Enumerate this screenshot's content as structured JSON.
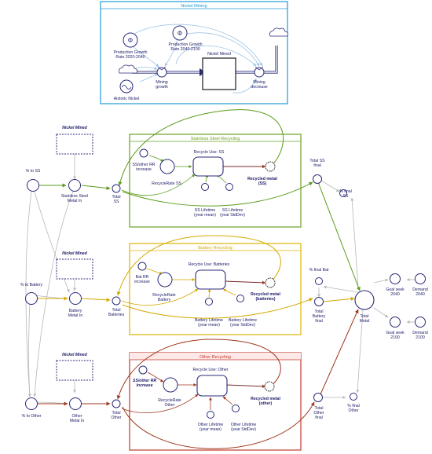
{
  "modules": {
    "nickel_mining": {
      "title": "Nickel Mining",
      "color": "#1e9bd7"
    },
    "ss": {
      "title": "Stainless Steel Recycling",
      "color": "#6aa121"
    },
    "battery": {
      "title": "Battery Recycling",
      "color": "#e0b400"
    },
    "other": {
      "title": "Other Recycling",
      "color": "#c0392b"
    }
  },
  "nickel_mining": {
    "pg2020": [
      "Production Growth",
      "Rate 2020-2040"
    ],
    "pg2040": [
      "Production Growth",
      "Rate 2040-2100"
    ],
    "nickel_mined": "Nickel Mined",
    "historic": "Historic Nickel",
    "mining_growth": [
      "Mining",
      "growth"
    ],
    "mining_decrease": [
      "Mining",
      "decrease"
    ]
  },
  "ghost_label": "Nickel Mined",
  "ss": {
    "pct": "% to SS",
    "metal_in": [
      "Stainless Steel",
      "Metal In"
    ],
    "total": [
      "Total",
      "SS"
    ],
    "rr_increase": [
      "SS/other RR",
      "increase"
    ],
    "recycle_rate": "RecycleRate SS",
    "recycle_use": "Recycle Use: SS",
    "recycled_metal": [
      "Recycled metal",
      "(SS)"
    ],
    "lifetime_mean": [
      "SS Lifetime",
      "(year mean)"
    ],
    "lifetime_sd": [
      "SS Lifetime",
      "(year StdDev)"
    ],
    "total_final": [
      "Total SS",
      "final"
    ],
    "pct_final": [
      "% final",
      "SS"
    ]
  },
  "battery": {
    "pct": "% to Battery",
    "metal_in": [
      "Battery",
      "Metal In"
    ],
    "total": [
      "Total",
      "Batteries"
    ],
    "rr_increase": [
      "Bat RR",
      "increase"
    ],
    "recycle_rate": [
      "RecycleRate",
      "Battery"
    ],
    "recycle_use": "Recycle Use: Batteries",
    "recycled_metal": [
      "Recycled metal",
      "(batteries)"
    ],
    "lifetime_mean": [
      "Battery Lifetime",
      "(year mean)"
    ],
    "lifetime_sd": [
      "Battery Lifetime",
      "(year StdDev)"
    ],
    "total_final": [
      "Total",
      "Battery",
      "final"
    ],
    "pct_final": "% final Bat"
  },
  "other": {
    "pct": "% to Other",
    "metal_in": [
      "Other",
      "Metal In"
    ],
    "total": [
      "Total",
      "Other"
    ],
    "rr_increase": [
      "SS/other RR",
      "increase"
    ],
    "recycle_rate": [
      "RecycleRate",
      "Other"
    ],
    "recycle_use": "Recycle Use: Other",
    "recycled_metal": [
      "Recycled metal",
      "(other)"
    ],
    "lifetime_mean": [
      "Other Lifetime",
      "(year mean)"
    ],
    "lifetime_sd": [
      "Other Lifetime",
      "(year StdDev)"
    ],
    "total_final": [
      "Total",
      "Other",
      "final"
    ],
    "pct_final": [
      "% final",
      "Other"
    ]
  },
  "summary": {
    "total_metal": [
      "Total",
      "Metal"
    ],
    "goal_2040": [
      "Goal seek",
      "2040"
    ],
    "goal_2100": [
      "Goal seek",
      "2100"
    ],
    "demand_2040": [
      "Demand",
      "2040"
    ],
    "demand_2100": [
      "Demand",
      "2100"
    ]
  }
}
